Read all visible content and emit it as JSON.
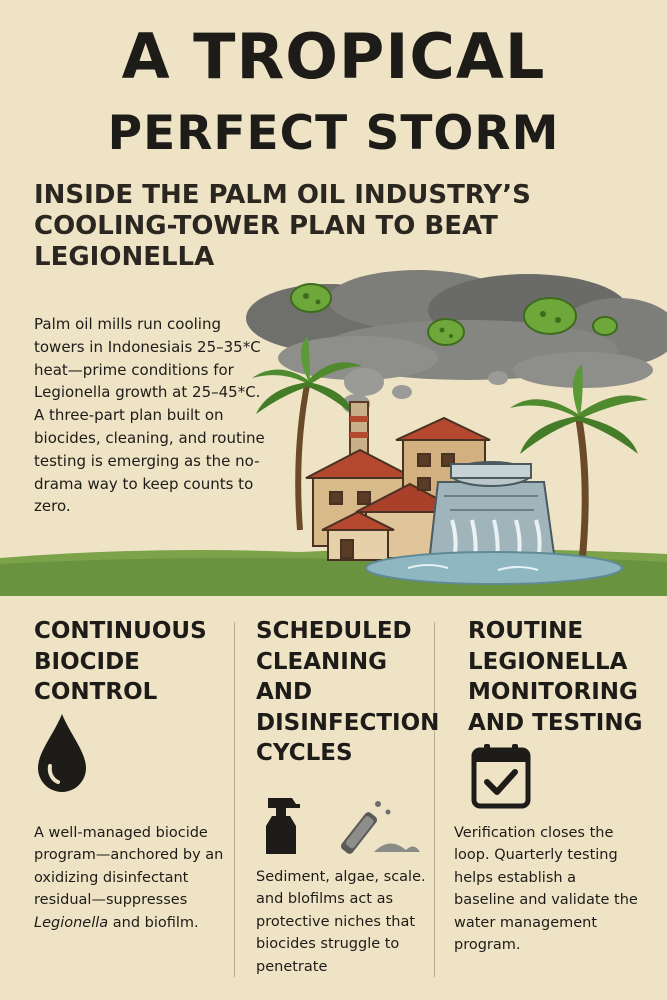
{
  "header": {
    "title_line1": "A TROPICAL",
    "title_line2": "PERFECT STORM",
    "subtitle": "INSIDE THE PALM OIL INDUSTRY’S COOLING-TOWER PLAN TO BEAT LEGIONELLA"
  },
  "intro": {
    "text": "Palm oil mills run cooling towers in Indonesiais 25–35*C heat—prime conditions for Legionella growth at 25–45*C. A three-part plan built on biocides, cleaning, and routine testing is emerging as the no-drama way to keep counts to zero."
  },
  "columns": [
    {
      "title": "CONTINUOUS BIOCIDE CONTROL",
      "icon": "water-drop-icon",
      "text_before": "A well-managed biocide program—anchored by an oxidizing disinfectant residual—suppresses ",
      "text_italic": "Legionella",
      "text_after": " and biofilm."
    },
    {
      "title": "SCHEDULED CLEANING AND DISINFECTION CYCLES",
      "icon": "spray-bottle-icon",
      "text": "Sediment, algae, scale. and blofilms act as protective niches that biocides struggle to penetrate"
    },
    {
      "title": "ROUTINE LEGIONELLA MONITORING AND TESTING",
      "icon": "checklist-icon",
      "text": "Verification closes the loop. Quarterly testing helps establish a baseline and validate the water management program."
    }
  ],
  "colors": {
    "background": "#efe3c6",
    "ink": "#1e1c18",
    "cloud": "#7d7d79",
    "bacteria": "#6fa83a",
    "roof": "#b4492f",
    "palm": "#4f8a2e",
    "water": "#8fb7c2"
  }
}
